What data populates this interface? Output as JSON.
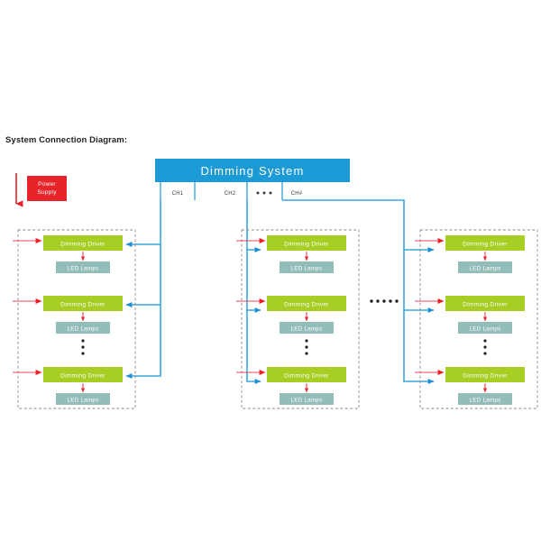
{
  "page": {
    "title": "System Connection Diagram:",
    "background": "#ffffff"
  },
  "colors": {
    "header_blue": "#1b9ad6",
    "signal_blue": "#3aa6dd",
    "driver_green": "#a6ce23",
    "lamp_teal": "#93bdb8",
    "power_red": "#e8232a",
    "power_arrow_red": "#ed1c24",
    "dashed_gray": "#8a8a8a",
    "title_black": "#231f20"
  },
  "header": {
    "label": "Dimming System"
  },
  "power_supply": {
    "label_line1": "Power",
    "label_line2": "Supply"
  },
  "channels": [
    {
      "label": "CH1"
    },
    {
      "label": "CH2"
    },
    {
      "label": "•••"
    },
    {
      "label": "CH#"
    }
  ],
  "group_ellipsis": "••••••",
  "column_ellipsis": "•",
  "groups": [
    {
      "name": "channel-group-1",
      "channel": "CH1",
      "signal_side": "right",
      "rows": [
        {
          "driver": "Dimming Driver",
          "lamp": "LED Lamps"
        },
        {
          "driver": "Dimming Driver",
          "lamp": "LED Lamps"
        },
        {
          "driver": "Dimming Driver",
          "lamp": "LED Lamps"
        }
      ]
    },
    {
      "name": "channel-group-2",
      "channel": "CH2",
      "signal_side": "left",
      "rows": [
        {
          "driver": "Dimming Driver",
          "lamp": "LED Lamps"
        },
        {
          "driver": "Dimming Driver",
          "lamp": "LED Lamps"
        },
        {
          "driver": "Dimming Driver",
          "lamp": "LED Lamps"
        }
      ]
    },
    {
      "name": "channel-group-n",
      "channel": "CH#",
      "signal_side": "left",
      "rows": [
        {
          "driver": "Dimming Driver",
          "lamp": "LED Lamps"
        },
        {
          "driver": "Dimming Driver",
          "lamp": "LED Lamps"
        },
        {
          "driver": "Dimming Driver",
          "lamp": "LED Lamps"
        }
      ]
    }
  ]
}
